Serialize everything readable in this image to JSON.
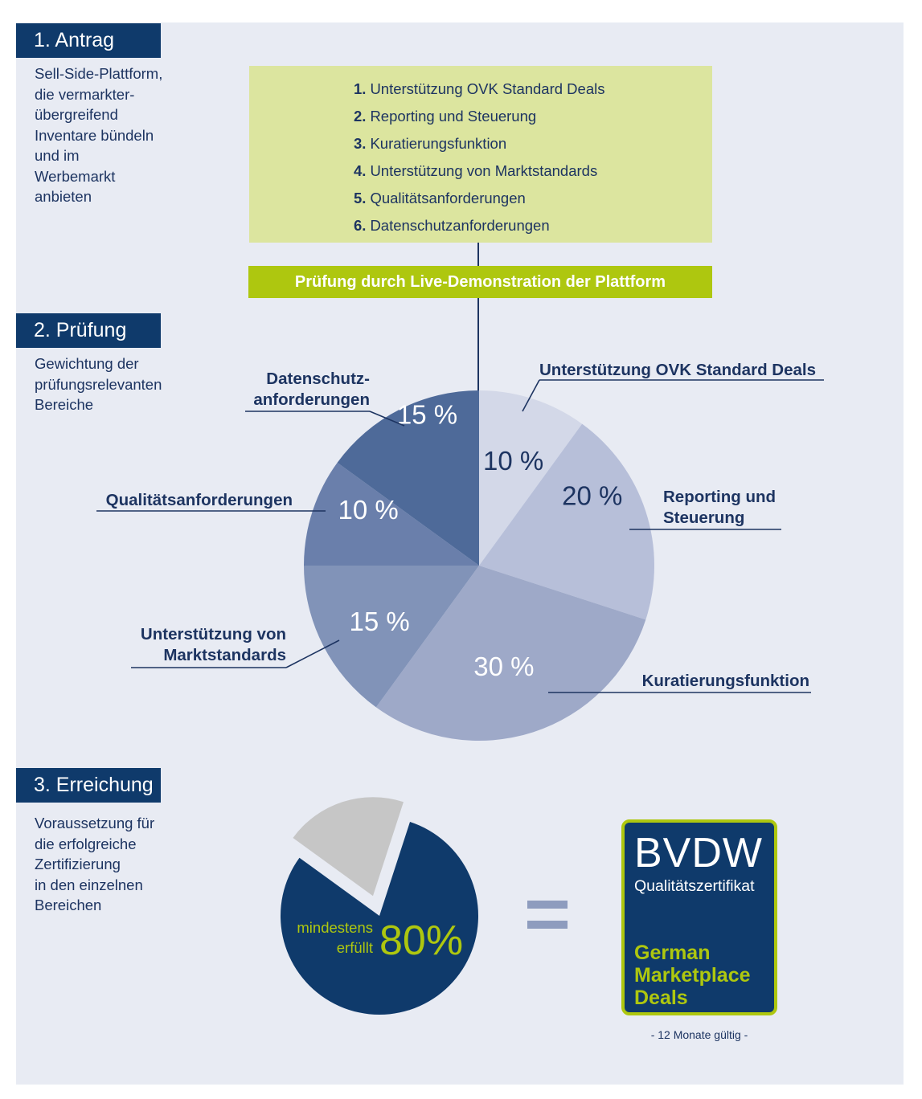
{
  "steps": {
    "antrag": {
      "title": "1. Antrag",
      "lines": [
        "Sell-Side-Plattform,",
        "die vermarkter-",
        "übergreifend",
        "Inventare bündeln",
        "und im",
        "Werbemarkt",
        "anbieten"
      ]
    },
    "pruefung": {
      "title": "2. Prüfung",
      "lines": [
        "Gewichtung der",
        "prüfungsrelevanten",
        "Bereiche"
      ]
    },
    "erreichung": {
      "title": "3. Erreichung",
      "lines": [
        "Voraussetzung für",
        "die erfolgreiche",
        "Zertifizierung",
        "in den einzelnen",
        "Bereichen"
      ]
    }
  },
  "criteria": [
    {
      "num": "1.",
      "label": "Unterstützung OVK Standard Deals"
    },
    {
      "num": "2.",
      "label": "Reporting und Steuerung"
    },
    {
      "num": "3.",
      "label": "Kuratierungsfunktion"
    },
    {
      "num": "4.",
      "label": "Unterstützung von Marktstandards"
    },
    {
      "num": "5.",
      "label": "Qualitätsanforderungen"
    },
    {
      "num": "6.",
      "label": "Datenschutzanforderungen"
    }
  ],
  "live_demo": "Prüfung durch Live-Demonstration der Plattform",
  "chart_data": [
    {
      "type": "pie",
      "unit": "%",
      "slices": [
        {
          "label_lines": [
            "Unterstützung OVK Standard Deals"
          ],
          "value": 10,
          "value_label": "10 %",
          "color": "#d3d8e8",
          "text_color": "#1d3461"
        },
        {
          "label_lines": [
            "Reporting und",
            "Steuerung"
          ],
          "value": 20,
          "value_label": "20 %",
          "color": "#b7bfd9",
          "text_color": "#1d3461"
        },
        {
          "label_lines": [
            "Kuratierungsfunktion"
          ],
          "value": 30,
          "value_label": "30 %",
          "color": "#9ea9c8",
          "text_color": "#ffffff"
        },
        {
          "label_lines": [
            "Unterstützung von",
            "Marktstandards"
          ],
          "value": 15,
          "value_label": "15 %",
          "color": "#8193b8",
          "text_color": "#ffffff"
        },
        {
          "label_lines": [
            "Qualitätsanforderungen"
          ],
          "value": 10,
          "value_label": "10 %",
          "color": "#6a7fab",
          "text_color": "#ffffff"
        },
        {
          "label_lines": [
            "Datenschutz-",
            "anforderungen"
          ],
          "value": 15,
          "value_label": "15 %",
          "color": "#4e6a99",
          "text_color": "#ffffff"
        }
      ]
    },
    {
      "type": "pie",
      "unit": "%",
      "slices": [
        {
          "value": 80,
          "color": "#0f3a6b"
        },
        {
          "value": 20,
          "color": "#c6c6c6",
          "exploded": true
        }
      ],
      "annotation": {
        "lines": [
          "mindestens",
          "erfüllt"
        ],
        "value_label": "80 %"
      }
    }
  ],
  "badge": {
    "brand": "BVDW",
    "subtitle": "Qualitätszertifikat",
    "title_lines": [
      "German",
      "Marketplace",
      "Deals"
    ],
    "validity": "- 12 Monate gültig -"
  },
  "colors": {
    "navy": "#0f3a6b",
    "lime": "#aec70f",
    "pale_lime": "#dce59f",
    "panel_bg": "#e8ebf3"
  }
}
